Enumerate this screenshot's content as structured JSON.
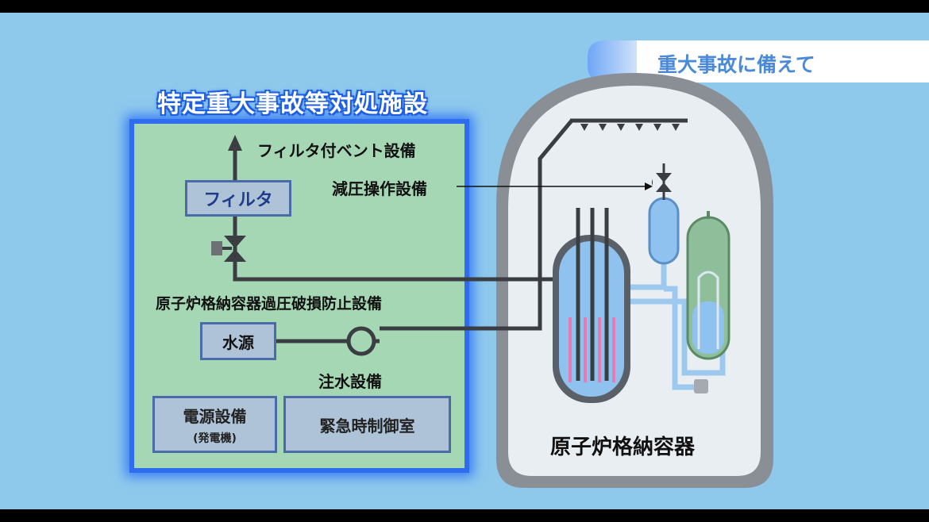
{
  "banner": {
    "title": "重大事故に備えて"
  },
  "facility": {
    "title": "特定重大事故等対処施設",
    "vent_label": "フィルタ付ベント設備",
    "filter_label": "フィルタ",
    "overpressure_label": "原子炉格納容器過圧破損防止設備",
    "water_source_label": "水源",
    "injection_label": "注水設備",
    "power_label": "電源設備",
    "power_sublabel": "(発電機)",
    "control_room_label": "緊急時制御室"
  },
  "containment": {
    "label": "原子炉格納容器",
    "depressurization_label": "減圧操作設備"
  },
  "colors": {
    "background": "#8ec9ec",
    "facility_panel": "#a6d7b4",
    "facility_border": "#2f6df0",
    "containment_interior": "#e9eef3",
    "containment_shell": "#8a8f95",
    "reactor_water": "#8fc2ee",
    "fuel_rods": "#e87ab4",
    "steam_generator": "#8fbf9a",
    "pipe": "#3a3d42"
  }
}
